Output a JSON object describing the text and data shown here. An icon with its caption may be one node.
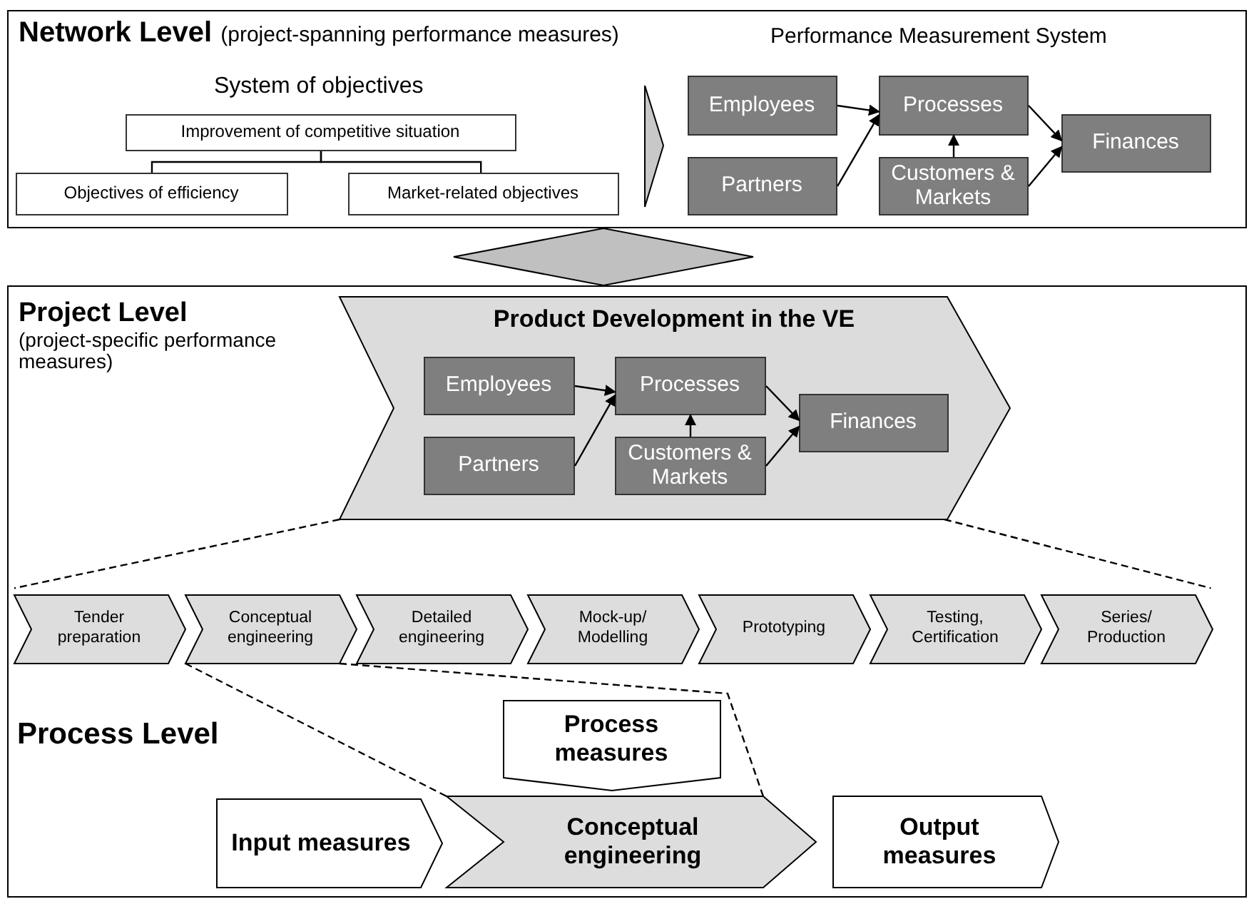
{
  "diagram": {
    "nodes": [
      {
        "text": [
          "Network Level",
          "(project-spanning performance measures)"
        ]
      },
      {
        "text": [
          "Improvement of competitive situation"
        ],
        "in": 0
      },
      {
        "text": [
          "Objectives of efficiency"
        ],
        "in": 0
      },
      {
        "text": [
          "Market-related objectives"
        ],
        "in": 0
      },
      {
        "text": [
          "Employees"
        ],
        "in": 0
      },
      {
        "text": [
          "Partners"
        ],
        "in": 0
      },
      {
        "text": [
          "Processes"
        ],
        "in": 0
      },
      {
        "text": [
          "Customers & Markets"
        ],
        "in": 0
      },
      {
        "text": [
          "Finances"
        ],
        "in": 0
      },
      {
        "text": [
          "Project Level",
          "(project-specific performance measures)"
        ]
      },
      {
        "text": [
          "Product Development in the VE"
        ],
        "in": 9
      },
      {
        "text": [
          "Employees"
        ],
        "in": 10
      },
      {
        "text": [
          "Partners"
        ],
        "in": 10
      },
      {
        "text": [
          "Processes"
        ],
        "in": 10
      },
      {
        "text": [
          "Customers & Markets"
        ],
        "in": 10
      },
      {
        "text": [
          "Finances"
        ],
        "in": 10
      },
      {
        "text": [
          "Tender preparation"
        ],
        "in": 9
      },
      {
        "text": [
          "Conceptual engineering"
        ],
        "in": 9
      },
      {
        "text": [
          "Detailed engineering"
        ],
        "in": 9
      },
      {
        "text": [
          "Mock-up/ Modelling"
        ],
        "in": 9
      },
      {
        "text": [
          "Prototyping"
        ],
        "in": 9
      },
      {
        "text": [
          "Testing, Certification"
        ],
        "in": 9
      },
      {
        "text": [
          "Series/ Production"
        ],
        "in": 9
      },
      {
        "text": [
          "Process measures"
        ],
        "in": 9
      },
      {
        "text": [
          "Input measures"
        ],
        "in": 9
      },
      {
        "text": [
          "Conceptual engineering"
        ],
        "in": 9
      },
      {
        "text": [
          "Output measures"
        ],
        "in": 9
      }
    ],
    "edges": [
      {
        "from": 1,
        "to": 2,
        "arrow": "none"
      },
      {
        "from": 1,
        "to": 3,
        "arrow": "none"
      },
      {
        "from": 4,
        "to": 6,
        "arrow": "to"
      },
      {
        "from": 5,
        "to": 6,
        "arrow": "to"
      },
      {
        "from": 7,
        "to": 6,
        "arrow": "to"
      },
      {
        "from": 6,
        "to": 8,
        "arrow": "to"
      },
      {
        "from": 7,
        "to": 8,
        "arrow": "to"
      },
      {
        "from": 0,
        "to": 9,
        "arrow": "both",
        "style": "thick",
        "color": "#c0c0c0"
      },
      {
        "from": 11,
        "to": 13,
        "arrow": "to"
      },
      {
        "from": 12,
        "to": 13,
        "arrow": "to"
      },
      {
        "from": 14,
        "to": 13,
        "arrow": "to"
      },
      {
        "from": 13,
        "to": 15,
        "arrow": "to"
      },
      {
        "from": 14,
        "to": 15,
        "arrow": "to"
      },
      {
        "from": 10,
        "to": 16,
        "arrow": "none",
        "style": "dashed"
      },
      {
        "from": 10,
        "to": 22,
        "arrow": "none",
        "style": "dashed"
      },
      {
        "from": 17,
        "to": 25,
        "arrow": "none",
        "style": "dashed"
      },
      {
        "from": 17,
        "to": 25,
        "arrow": "none",
        "style": "dashed"
      }
    ],
    "labels": [
      "Performance Measurement System",
      "System of objectives",
      "Process Level"
    ]
  }
}
